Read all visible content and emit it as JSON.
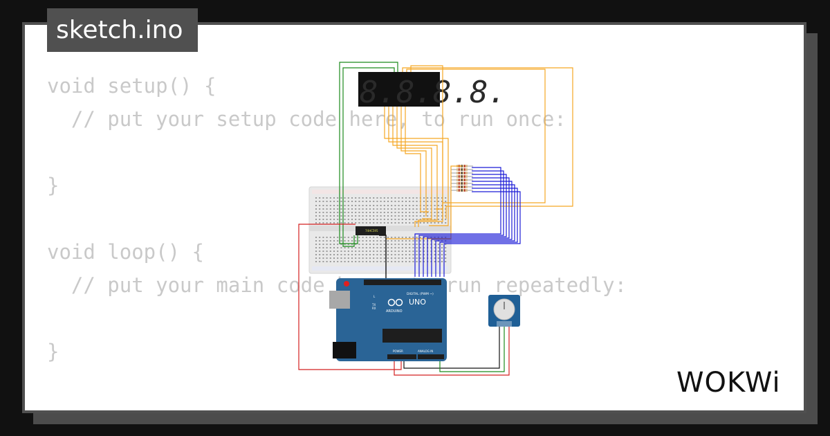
{
  "tab": {
    "title": "sketch.ino"
  },
  "code": {
    "lines": [
      "void setup() {",
      "  // put your setup code here, to run once:",
      "",
      "}",
      "",
      "void loop() {",
      "  // put your main code here, to run repeatedly:",
      "",
      "}"
    ]
  },
  "board": {
    "label": "UNO",
    "brand": "ARDUINO",
    "digital_label": "DIGITAL (PWM ~)",
    "power_label": "POWER",
    "analog_label": "ANALOG IN",
    "tx": "TX",
    "rx": "RX",
    "l": "L"
  },
  "display": {
    "digits": "8.8.8.8."
  },
  "shift_register": {
    "label": "74HC595"
  },
  "logo": {
    "text": "WOKWi"
  },
  "colors": {
    "wire_orange": "#f5a623",
    "wire_green": "#1a8a1a",
    "wire_blue": "#1a1ad6",
    "wire_red": "#d42020",
    "wire_black": "#111111",
    "board_blue": "#2a6496"
  },
  "icons": {
    "logo": "wokwi-logo",
    "board": "arduino-uno-board",
    "display": "seven-segment-display-icon",
    "pot": "potentiometer-icon"
  }
}
